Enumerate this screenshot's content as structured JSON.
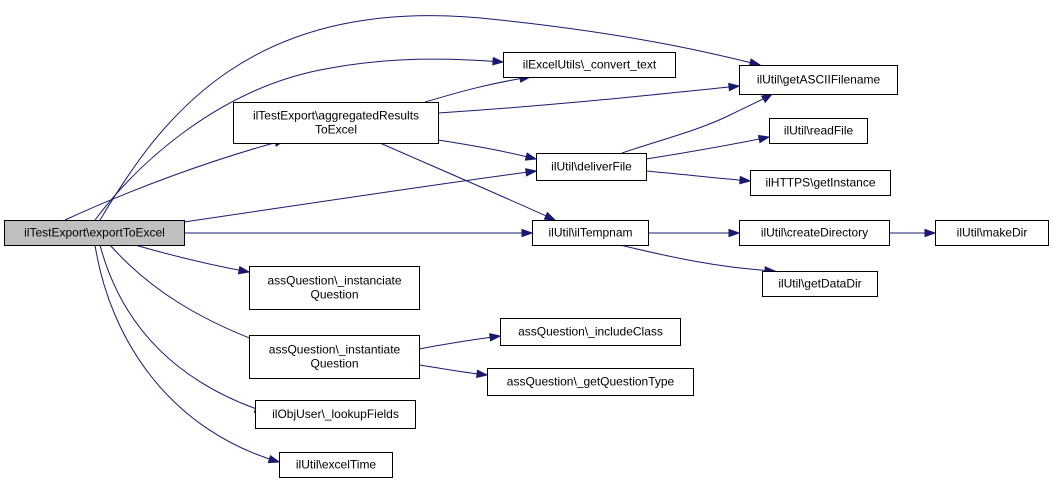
{
  "nodes": {
    "root": {
      "lines": [
        "ilTestExport\\exportToExcel"
      ]
    },
    "aggr": {
      "lines": [
        "ilTestExport\\aggregatedResults",
        "ToExcel"
      ]
    },
    "excel": {
      "lines": [
        "ilExcelUtils\\_convert_text"
      ]
    },
    "ascii": {
      "lines": [
        "ilUtil\\getASCIIFilename"
      ]
    },
    "readfile": {
      "lines": [
        "ilUtil\\readFile"
      ]
    },
    "deliver": {
      "lines": [
        "ilUtil\\deliverFile"
      ]
    },
    "https": {
      "lines": [
        "ilHTTPS\\getInstance"
      ]
    },
    "tempnam": {
      "lines": [
        "ilUtil\\ilTempnam"
      ]
    },
    "createdir": {
      "lines": [
        "ilUtil\\createDirectory"
      ]
    },
    "makedir": {
      "lines": [
        "ilUtil\\makeDir"
      ]
    },
    "datadir": {
      "lines": [
        "ilUtil\\getDataDir"
      ]
    },
    "instanciate": {
      "lines": [
        "assQuestion\\_instanciate",
        "Question"
      ]
    },
    "instantiate": {
      "lines": [
        "assQuestion\\_instantiate",
        "Question"
      ]
    },
    "include": {
      "lines": [
        "assQuestion\\_includeClass"
      ]
    },
    "qtype": {
      "lines": [
        "assQuestion\\_getQuestionType"
      ]
    },
    "lookup": {
      "lines": [
        "ilObjUser\\_lookupFields"
      ]
    },
    "exceltime": {
      "lines": [
        "ilUtil\\excelTime"
      ]
    }
  },
  "edges": [
    [
      "root",
      "ascii"
    ],
    [
      "root",
      "excel"
    ],
    [
      "root",
      "aggr"
    ],
    [
      "root",
      "deliver"
    ],
    [
      "root",
      "tempnam"
    ],
    [
      "root",
      "instanciate"
    ],
    [
      "root",
      "instantiate"
    ],
    [
      "root",
      "lookup"
    ],
    [
      "root",
      "exceltime"
    ],
    [
      "aggr",
      "excel"
    ],
    [
      "aggr",
      "ascii"
    ],
    [
      "aggr",
      "deliver"
    ],
    [
      "aggr",
      "tempnam"
    ],
    [
      "deliver",
      "ascii"
    ],
    [
      "deliver",
      "readfile"
    ],
    [
      "deliver",
      "https"
    ],
    [
      "tempnam",
      "createdir"
    ],
    [
      "tempnam",
      "datadir"
    ],
    [
      "createdir",
      "makedir"
    ],
    [
      "instantiate",
      "include"
    ],
    [
      "instantiate",
      "qtype"
    ]
  ],
  "colors": {
    "edge": "#191970",
    "root_fill": "#bfbfbf",
    "node_fill": "#ffffff",
    "border": "#000000"
  }
}
